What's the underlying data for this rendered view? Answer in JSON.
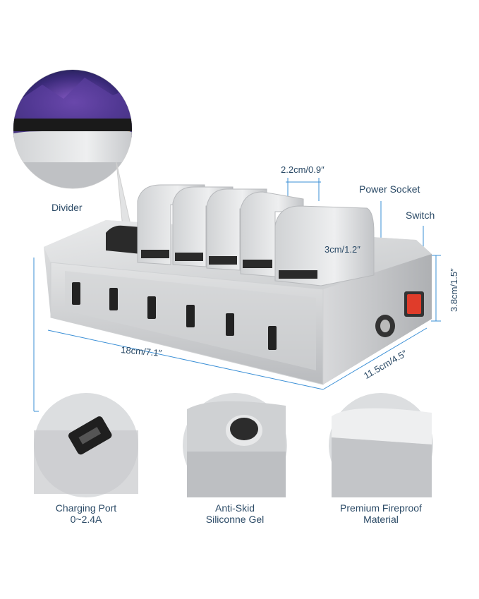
{
  "labels": {
    "divider": "Divider",
    "power_socket": "Power Socket",
    "switch": "Switch",
    "charging_port_line1": "Charging Port",
    "charging_port_line2": "0~2.4A",
    "anti_skid_line1": "Anti-Skid",
    "anti_skid_line2": "Siliconne Gel",
    "fireproof_line1": "Premium Fireproof",
    "fireproof_line2": "Material"
  },
  "dimensions": {
    "slot_gap": "2.2cm/0.9″",
    "divider_height": "3cm/1.2″",
    "length": "18cm/7.1″",
    "width": "11.5cm/4.5″",
    "height": "3.8cm/1.5″"
  },
  "colors": {
    "accent_line": "#3a8fd6",
    "label_text": "#2b4a66",
    "switch_red": "#e03c2a"
  }
}
